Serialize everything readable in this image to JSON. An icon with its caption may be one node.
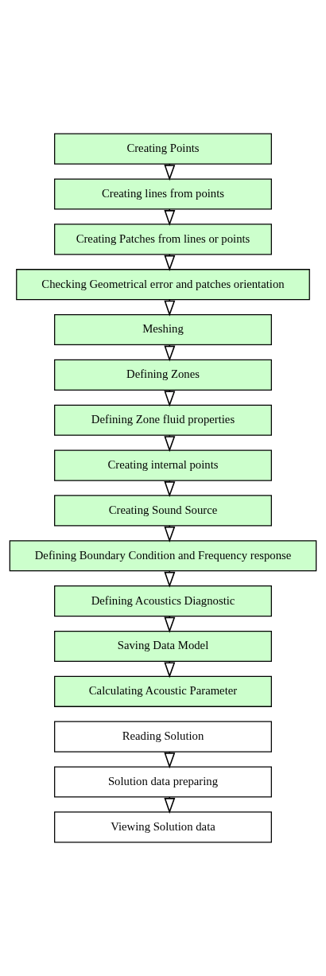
{
  "diagram": {
    "nodes": [
      {
        "text": [
          "Creating Points"
        ]
      },
      {
        "text": [
          "Creating lines from points"
        ]
      },
      {
        "text": [
          "Creating Patches from lines or points"
        ]
      },
      {
        "text": [
          "Checking Geometrical error and patches orientation"
        ]
      },
      {
        "text": [
          "Meshing"
        ]
      },
      {
        "text": [
          "Defining Zones"
        ]
      },
      {
        "text": [
          "Defining Zone fluid properties"
        ]
      },
      {
        "text": [
          "Creating internal points"
        ]
      },
      {
        "text": [
          "Creating Sound Source"
        ]
      },
      {
        "text": [
          "Defining Boundary Condition and Frequency response"
        ]
      },
      {
        "text": [
          "Defining Acoustics Diagnostic"
        ]
      },
      {
        "text": [
          "Saving Data Model"
        ]
      },
      {
        "text": [
          "Calculating Acoustic Parameter"
        ]
      },
      {
        "text": [
          "Reading Solution"
        ]
      },
      {
        "text": [
          "Solution data preparing"
        ]
      },
      {
        "text": [
          "Viewing Solution data"
        ]
      }
    ],
    "edges": [
      {
        "from": 0,
        "to": 1,
        "arrow": "to"
      },
      {
        "from": 1,
        "to": 2,
        "arrow": "to"
      },
      {
        "from": 2,
        "to": 3,
        "arrow": "to"
      },
      {
        "from": 3,
        "to": 4,
        "arrow": "to"
      },
      {
        "from": 4,
        "to": 5,
        "arrow": "to"
      },
      {
        "from": 5,
        "to": 6,
        "arrow": "to"
      },
      {
        "from": 6,
        "to": 7,
        "arrow": "to"
      },
      {
        "from": 7,
        "to": 8,
        "arrow": "to"
      },
      {
        "from": 8,
        "to": 9,
        "arrow": "to"
      },
      {
        "from": 9,
        "to": 10,
        "arrow": "to"
      },
      {
        "from": 10,
        "to": 11,
        "arrow": "to"
      },
      {
        "from": 11,
        "to": 12,
        "arrow": "to"
      },
      {
        "from": 13,
        "to": 14,
        "arrow": "to"
      },
      {
        "from": 14,
        "to": 15,
        "arrow": "to"
      }
    ]
  }
}
